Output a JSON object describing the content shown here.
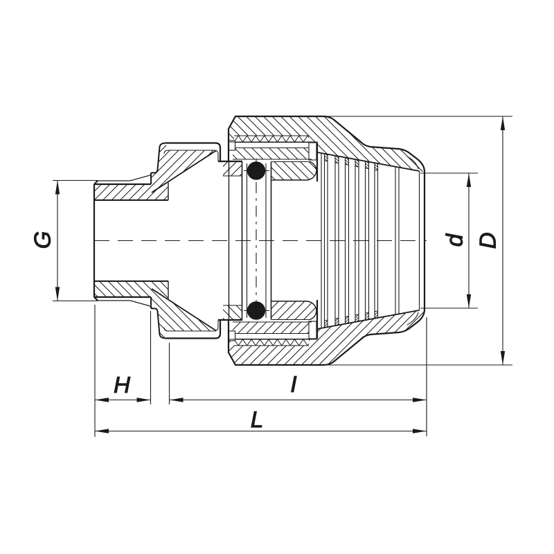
{
  "figure": {
    "type": "technical-drawing",
    "description": "Cross-section of a compression fitting male adapter with dimension callouts",
    "background_color": "#ffffff",
    "line_color": "#1a1a1a",
    "labels": {
      "G": "G",
      "H": "H",
      "I": "I",
      "L": "L",
      "d": "d",
      "D": "D"
    }
  }
}
